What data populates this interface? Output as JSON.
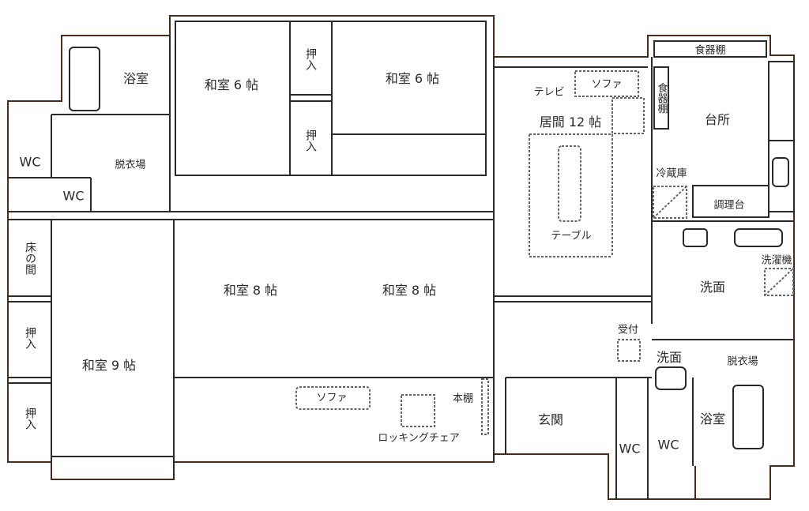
{
  "rooms": {
    "bath_nw": "浴室",
    "washitsu6_left": "和室 6 帖",
    "oshiire_1": "押入",
    "washitsu6_right": "和室 6 帖",
    "oshiire_2": "押入",
    "tv": "テレビ",
    "sofa_living": "ソファ",
    "living": "居間 12 帖",
    "dish_shelf_top": "食器棚",
    "dish_shelf_side": "食器棚",
    "kitchen": "台所",
    "wc_1": "WC",
    "dressing_nw": "脱衣場",
    "wc_2": "WC",
    "fridge": "冷蔵庫",
    "counter": "調理台",
    "table": "テーブル",
    "tokonoma": "床の間",
    "washitsu8_left": "和室 8 帖",
    "washitsu8_right": "和室 8 帖",
    "washroom": "洗面",
    "washing_machine": "洗濯機",
    "oshiire_3": "押入",
    "reception": "受付",
    "washitsu9": "和室 9 帖",
    "washbasin": "洗面",
    "dressing_se": "脱衣場",
    "oshiire_4": "押入",
    "sofa_hall": "ソファ",
    "bookshelf": "本棚",
    "rocking_chair": "ロッキングチェア",
    "entrance": "玄関",
    "bath_se": "浴室",
    "wc_3": "WC",
    "wc_4": "WC"
  },
  "colors": {
    "outer_wall": "#4a2c1c",
    "wall": "#2a2a2a",
    "dotted": "#666666"
  }
}
